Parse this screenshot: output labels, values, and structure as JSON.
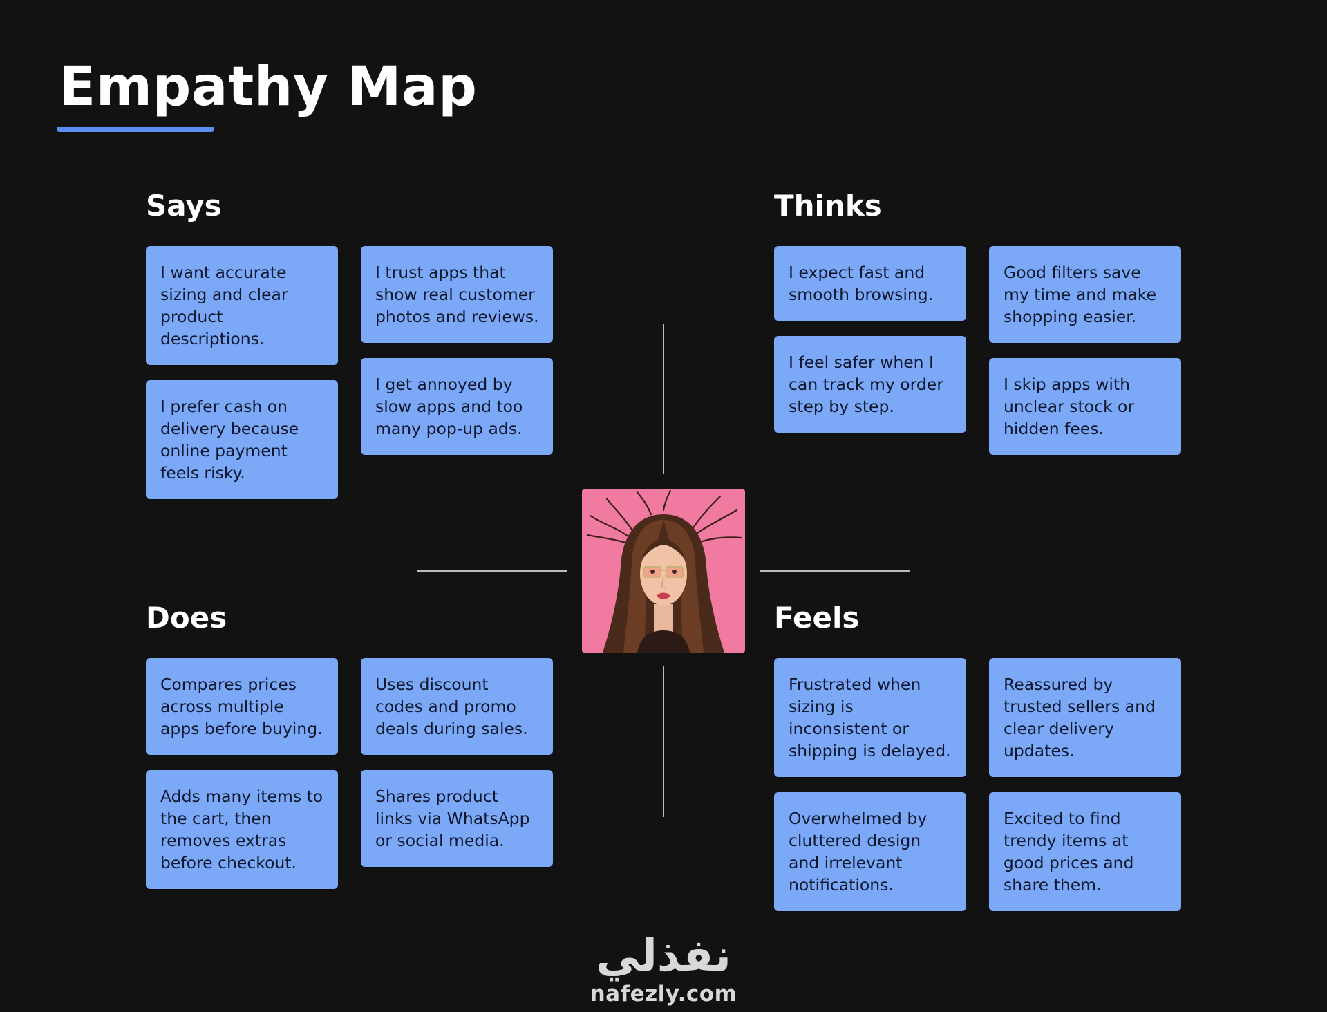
{
  "title": "Empathy Map",
  "colors": {
    "background": "#121213",
    "note": "#7ca8f8",
    "accent_underline": "#5b8ef0",
    "persona_background": "#f07aa0"
  },
  "persona": {
    "image": "persona-photo"
  },
  "says": {
    "heading": "Says",
    "notes": [
      "I want accurate sizing and clear product descriptions.",
      "I prefer cash on delivery because online payment feels risky.",
      "I trust apps that show real customer photos and reviews.",
      "I get annoyed by slow apps and too many pop-up ads."
    ]
  },
  "thinks": {
    "heading": "Thinks",
    "notes": [
      "I expect fast and smooth browsing.",
      "I feel safer when I can track my order step by step.",
      "Good filters save my time and make shopping easier.",
      "I skip apps with unclear stock or hidden fees."
    ]
  },
  "does": {
    "heading": "Does",
    "notes": [
      "Compares prices across multiple apps before buying.",
      "Adds many items to the cart, then removes extras before checkout.",
      "Uses discount codes and promo deals during sales.",
      "Shares product links via WhatsApp or social media."
    ]
  },
  "feels": {
    "heading": "Feels",
    "notes": [
      "Frustrated when sizing is inconsistent or shipping is delayed.",
      "Overwhelmed by cluttered design and irrelevant notifications.",
      "Reassured by trusted sellers and clear delivery updates.",
      "Excited to find trendy items at good prices and share them."
    ]
  },
  "brand": {
    "arabic": "نفذلي",
    "latin": "nafezly.com"
  }
}
